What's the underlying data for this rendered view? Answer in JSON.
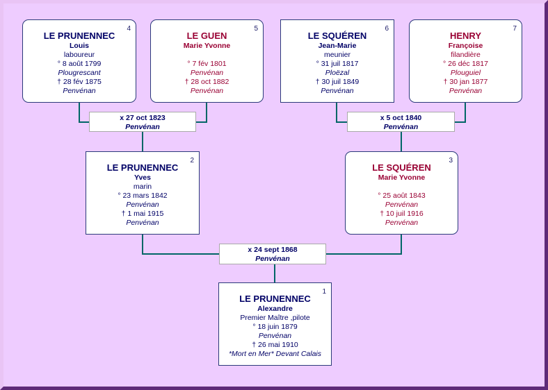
{
  "persons": {
    "p4": {
      "num": "4",
      "surname": "LE PRUNENNEC",
      "given": "Louis",
      "occupation": "laboureur",
      "birth": "° 8 août 1799",
      "birth_place": "Plougrescant",
      "death": "† 28 fév 1875",
      "death_place": "Penvénan"
    },
    "p5": {
      "num": "5",
      "surname": "LE GUEN",
      "given": "Marie Yvonne",
      "occupation": "",
      "birth": "° 7 fév 1801",
      "birth_place": "Penvénan",
      "death": "† 28 oct 1882",
      "death_place": "Penvénan"
    },
    "p6": {
      "num": "6",
      "surname": "LE SQUÉREN",
      "given": "Jean-Marie",
      "occupation": "meunier",
      "birth": "° 31 juil 1817",
      "birth_place": "Ploëzal",
      "death": "† 30 juil 1849",
      "death_place": "Penvénan"
    },
    "p7": {
      "num": "7",
      "surname": "HENRY",
      "given": "Françoise",
      "occupation": "filandière",
      "birth": "° 26 déc 1817",
      "birth_place": "Plouguiel",
      "death": "† 30 jan 1877",
      "death_place": "Penvénan"
    },
    "p2": {
      "num": "2",
      "surname": "LE PRUNENNEC",
      "given": "Yves",
      "occupation": "marin",
      "birth": "° 23 mars 1842",
      "birth_place": "Penvénan",
      "death": "† 1 mai 1915",
      "death_place": "Penvénan"
    },
    "p3": {
      "num": "3",
      "surname": "LE SQUÉREN",
      "given": "Marie Yvonne",
      "occupation": "",
      "birth": "° 25 août 1843",
      "birth_place": "Penvénan",
      "death": "† 10 juil 1916",
      "death_place": "Penvénan"
    },
    "p1": {
      "num": "1",
      "surname": "LE PRUNENNEC",
      "given": "Alexandre",
      "occupation": "Premier Maître ,pilote",
      "birth": "° 18 juin 1879",
      "birth_place": "Penvénan",
      "death": "† 26 mai 1910",
      "death_place": "*Mort en Mer* Devant Calais"
    }
  },
  "marriages": {
    "m45": {
      "date": "x 27 oct 1823",
      "place": "Penvénan"
    },
    "m67": {
      "date": "x 5 oct 1840",
      "place": "Penvénan"
    },
    "m23": {
      "date": "x 24 sept 1868",
      "place": "Penvénan"
    }
  },
  "colors": {
    "background": "#eeccff",
    "frame": "#7f3f9f",
    "connector": "#006666",
    "male_text": "#000066",
    "female_text": "#990033"
  }
}
